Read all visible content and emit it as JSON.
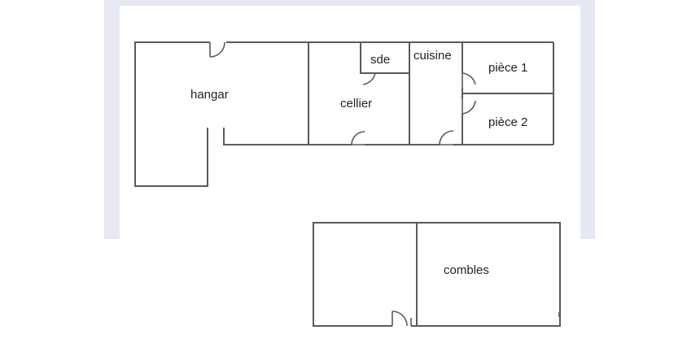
{
  "plan": {
    "rooms": {
      "hangar": "hangar",
      "cellier": "cellier",
      "sde": "sde",
      "cuisine": "cuisine",
      "piece1": "pièce 1",
      "piece2": "pièce 2",
      "combles": "combles"
    }
  },
  "colors": {
    "frame": "#e6e9f2",
    "wall": "#5a5a5a",
    "background": "#ffffff",
    "text": "#222222"
  }
}
